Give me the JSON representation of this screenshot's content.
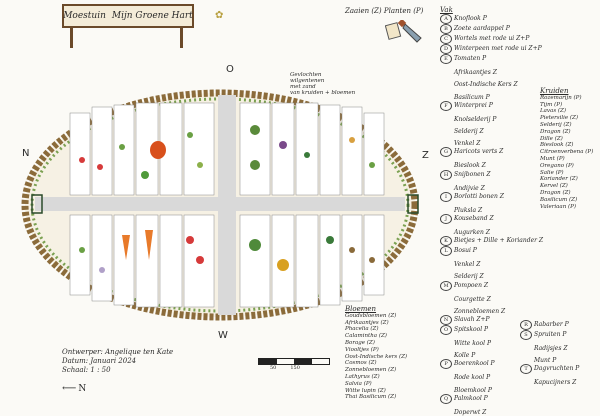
{
  "sign": {
    "left": "Moestuin",
    "right": "Mijn Groene Hart"
  },
  "legend_top": "Zaaien (Z)   Planten (P)",
  "compass": {
    "n": "N",
    "o": "O",
    "z": "Z",
    "w": "W"
  },
  "note": "Gevlochten\nwilgentenen\nmet zand\nvan kruiden + bloemen",
  "vakken_title": "Vak",
  "vakken": [
    {
      "id": "A",
      "text": "Knoflook P"
    },
    {
      "id": "B",
      "text": "Zoete aardappel P"
    },
    {
      "id": "C",
      "text": "Wortels met rode ui Z+P"
    },
    {
      "id": "D",
      "text": "Winterpeen met rode ui Z+P"
    },
    {
      "id": "E",
      "text": "Tomaten P"
    },
    {
      "id": "",
      "text": "Afrikaantjes Z"
    },
    {
      "id": "",
      "text": "Oost-Indische Kers Z"
    },
    {
      "id": "",
      "text": "Basilicum P"
    },
    {
      "id": "F",
      "text": "Winterprei P"
    },
    {
      "id": "",
      "text": "Knolselderij P"
    },
    {
      "id": "",
      "text": "Selderij Z"
    },
    {
      "id": "",
      "text": "Venkel Z"
    },
    {
      "id": "G",
      "text": "Haricots verts Z"
    },
    {
      "id": "",
      "text": "Bieslook Z"
    },
    {
      "id": "H",
      "text": "Snijbonen Z"
    },
    {
      "id": "",
      "text": "Andijvie Z"
    },
    {
      "id": "I",
      "text": "Borlotti bonen Z"
    },
    {
      "id": "",
      "text": "Pluksla Z"
    },
    {
      "id": "J",
      "text": "Kouseband Z"
    },
    {
      "id": "",
      "text": "Augurken Z"
    },
    {
      "id": "K",
      "text": "Bietjes + Dille + Koriander Z"
    },
    {
      "id": "L",
      "text": "Bosui P"
    },
    {
      "id": "",
      "text": "Venkel Z"
    },
    {
      "id": "",
      "text": "Selderij Z"
    },
    {
      "id": "M",
      "text": "Pompoen Z"
    },
    {
      "id": "",
      "text": "Courgette Z"
    },
    {
      "id": "",
      "text": "Zonnebloemen Z"
    },
    {
      "id": "N",
      "text": "Slavah Z+P"
    },
    {
      "id": "O",
      "text": "Spitskool P"
    },
    {
      "id": "",
      "text": "Witte kool P"
    },
    {
      "id": "",
      "text": "Kolle P"
    },
    {
      "id": "P",
      "text": "Boerenkool P"
    },
    {
      "id": "",
      "text": "Rode kool P"
    },
    {
      "id": "",
      "text": "Bloemkool P"
    },
    {
      "id": "Q",
      "text": "Palmkool P"
    },
    {
      "id": "",
      "text": "Doperwt Z"
    }
  ],
  "vakken2": [
    {
      "id": "R",
      "text": "Rabarber P"
    },
    {
      "id": "S",
      "text": "Spruiten P"
    },
    {
      "id": "",
      "text": "Radijsjes Z"
    },
    {
      "id": "",
      "text": "Munt P"
    },
    {
      "id": "T",
      "text": "Dagvruchten P"
    },
    {
      "id": "",
      "text": "Kapucijners Z"
    }
  ],
  "kruiden_title": "Kruiden",
  "kruiden": [
    "Rozemarijn (P)",
    "Tijm (P)",
    "Lavas (Z)",
    "Pietersilie (Z)",
    "Selderij (Z)",
    "Dragon (Z)",
    "Dille (Z)",
    "Bieslook (Z)",
    "Citroenverbena (P)",
    "Munt (P)",
    "Oregano (P)",
    "Salie (P)",
    "Koriander (Z)",
    "Kervel (Z)",
    "Dragon (Z)",
    "Basilicum (Z)",
    "Valeriaan (P)"
  ],
  "bloemen_title": "Bloemen",
  "bloemen": [
    "Goudsbloemen (Z)",
    "Afrikaantjes (Z)",
    "Phacelia (Z)",
    "Calamintha (Z)",
    "Borage (Z)",
    "Viooltjes (P)",
    "Oost-Indische kers (Z)",
    "Cosmos (Z)",
    "Zonnebloemen (Z)",
    "Lathyrus (Z)",
    "Salvia (P)",
    "Witte lupin (Z)",
    "Thai Basilicum (Z)"
  ],
  "credits": {
    "l1": "Ontwerper: Angelique ten Kate",
    "l2": "Datum: Januari 2024",
    "l3": "Schaal: 1 : 50"
  },
  "scale": {
    "a": "50",
    "b": "150"
  },
  "north_arrow": "N"
}
